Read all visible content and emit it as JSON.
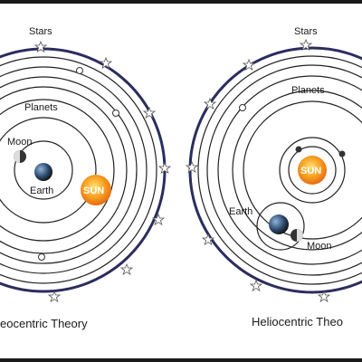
{
  "geocentric": {
    "stars_label": "Stars",
    "planets_label": "Planets",
    "moon_label": "Moon",
    "earth_label": "Earth",
    "sun_label": "SUN",
    "caption": "eocentric Theory"
  },
  "heliocentric": {
    "stars_label": "Stars",
    "planets_label": "Planets",
    "earth_label": "Earth",
    "moon_label": "Moon",
    "sun_label": "SUN",
    "caption": "Heliocentric Theo"
  },
  "colors": {
    "outer_ring": "#2b2d5e",
    "orbit": "#222222",
    "sun_inner": "#ffd24a",
    "sun_outer": "#f07a1a"
  }
}
